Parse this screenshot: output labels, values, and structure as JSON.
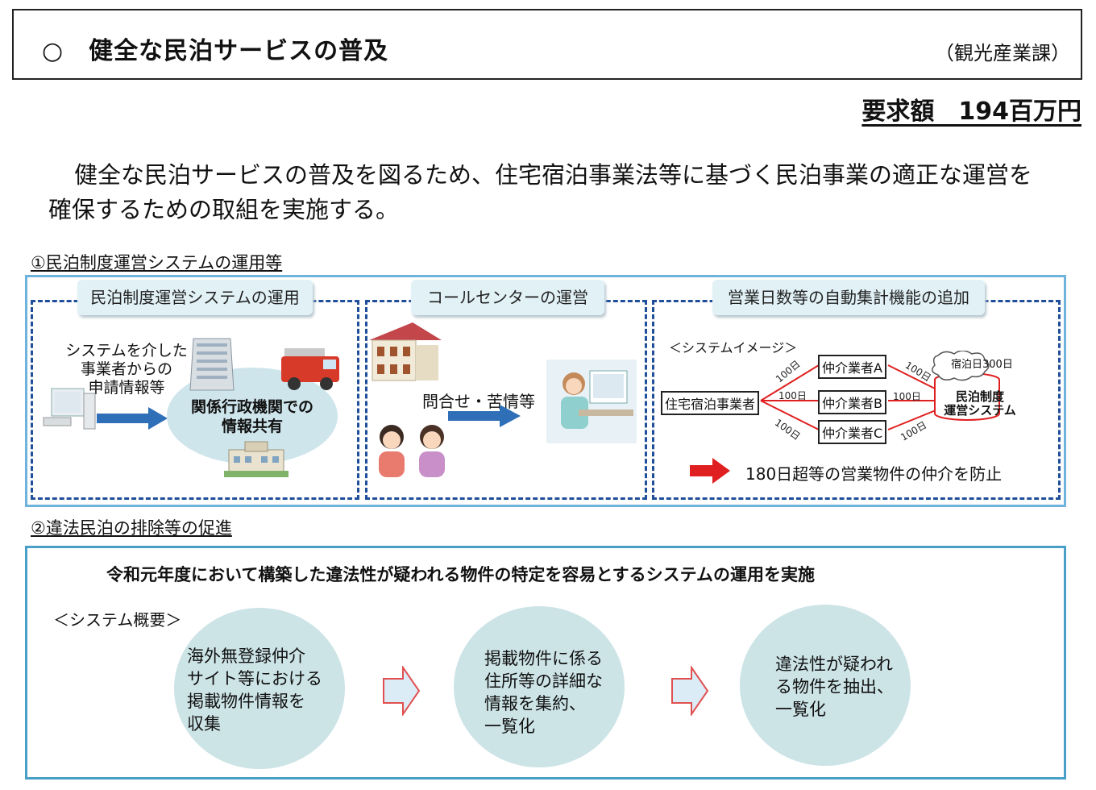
{
  "header": {
    "title": "○　健全な民泊サービスの普及",
    "department": "（観光産業課）",
    "amount": "要求額　194百万円"
  },
  "intro": "健全な民泊サービスの普及を図るため、住宅宿泊事業法等に基づく民泊事業の適正な運営を確保するための取組を実施する。",
  "section1": {
    "label": "①民泊制度運営システムの運用等",
    "panel_a": {
      "tab": "民泊制度運営システムの運用",
      "caption_lines": [
        "システムを介した",
        "事業者からの",
        "申請情報等"
      ],
      "share_lines": [
        "関係行政機関での",
        "情報共有"
      ]
    },
    "panel_b": {
      "tab": "コールセンターの運営",
      "caption": "問合せ・苦情等"
    },
    "panel_c": {
      "tab": "営業日数等の自動集計機能の追加",
      "image_label": "＜システムイメージ＞",
      "host": "住宅宿泊事業者",
      "agents": [
        "仲介業者A",
        "仲介業者B",
        "仲介業者C"
      ],
      "system_lines": [
        "民泊制度",
        "運営システム"
      ],
      "cloud": "宿泊日300日",
      "days": [
        "100日",
        "100日",
        "100日",
        "100日",
        "100日",
        "100日"
      ],
      "result": "180日超等の営業物件の仲介を防止"
    }
  },
  "section2": {
    "label": "②違法民泊の排除等の促進",
    "headline": "令和元年度において構築した違法性が疑われる物件の特定を容易とするシステムの運用を実施",
    "overview": "＜システム概要＞",
    "steps": [
      {
        "lines": [
          "海外無登録仲介",
          "サイト等における",
          "掲載物件情報を",
          "収集"
        ]
      },
      {
        "lines": [
          "掲載物件に係る",
          "住所等の詳細な",
          "情報を集約、",
          "一覧化"
        ]
      },
      {
        "lines": [
          "違法性が疑われ",
          "る物件を抽出、",
          "一覧化"
        ]
      }
    ]
  },
  "colors": {
    "arrow_blue": "#2e6fb8",
    "arrow_red": "#e02020",
    "frame_blue": "#6db3dd",
    "dash_navy": "#1f4f9a",
    "circle_fill": "#cde4e7"
  },
  "icons": [
    "computer-icon",
    "office-building-icon",
    "fire-truck-icon",
    "government-building-icon",
    "apartment-house-icon",
    "people-talking-icon",
    "call-center-operator-icon",
    "cloud-icon",
    "database-icon"
  ]
}
